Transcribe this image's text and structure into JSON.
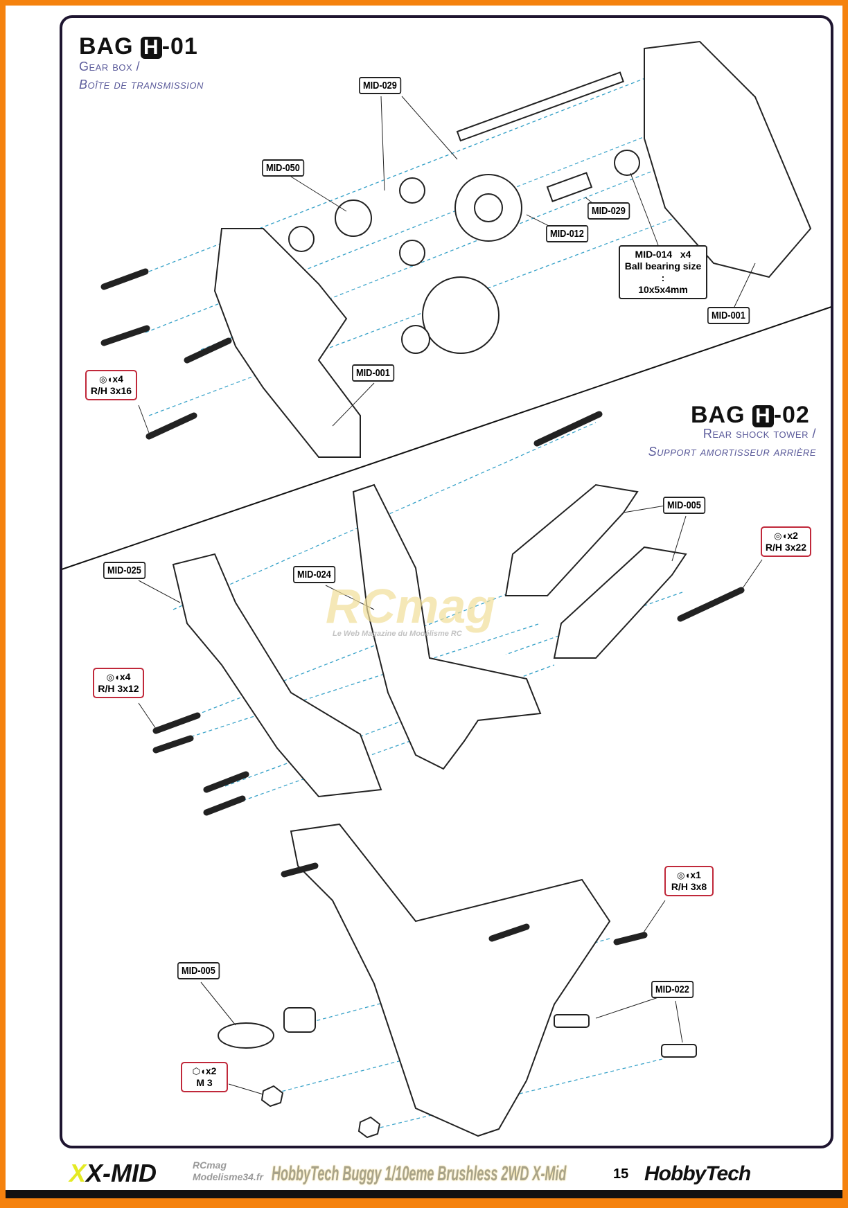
{
  "bag1": {
    "prefix": "BAG",
    "letter": "H",
    "suffix": "-01",
    "title_en": "Gear box /",
    "title_fr": "Boîte de transmission"
  },
  "bag2": {
    "prefix": "BAG",
    "letter": "H",
    "suffix": "-02",
    "title_en": "Rear shock tower /",
    "title_fr": "Support amortisseur arrière"
  },
  "labels": {
    "mid029a": "MID-029",
    "mid050": "MID-050",
    "mid029b": "MID-029",
    "mid012": "MID-012",
    "mid001a": "MID-001",
    "mid001b": "MID-001",
    "mid005a": "MID-005",
    "mid025": "MID-025",
    "mid024": "MID-024",
    "mid005b": "MID-005",
    "mid022": "MID-022"
  },
  "bearing_note": {
    "part": "MID-014",
    "qty": "x4",
    "line1": "Ball bearing size :",
    "line2": "10x5x4mm"
  },
  "hardware": [
    {
      "qty": "x4",
      "spec": "R/H 3x16"
    },
    {
      "qty": "x2",
      "spec": "R/H 3x22"
    },
    {
      "qty": "x4",
      "spec": "R/H 3x12"
    },
    {
      "qty": "x1",
      "spec": "R/H 3x8"
    },
    {
      "qty": "x2",
      "spec": "M 3"
    }
  ],
  "watermark": {
    "logo": "RCmag",
    "tagline": "Le Web Magazine du Modélisme RC",
    "footer_site": "RCmag Modelisme34.fr"
  },
  "footer": {
    "logo_left": "X-MID",
    "title": "HobbyTech Buggy 1/10eme Brushless 2WD X-Mid",
    "page": "15",
    "logo_right": "HobbyTech"
  },
  "colors": {
    "border": "#f5820e",
    "guide_lines": "#3aa3c9",
    "hardware_box": "#c0283a",
    "subtitle": "#5a5a9a"
  }
}
